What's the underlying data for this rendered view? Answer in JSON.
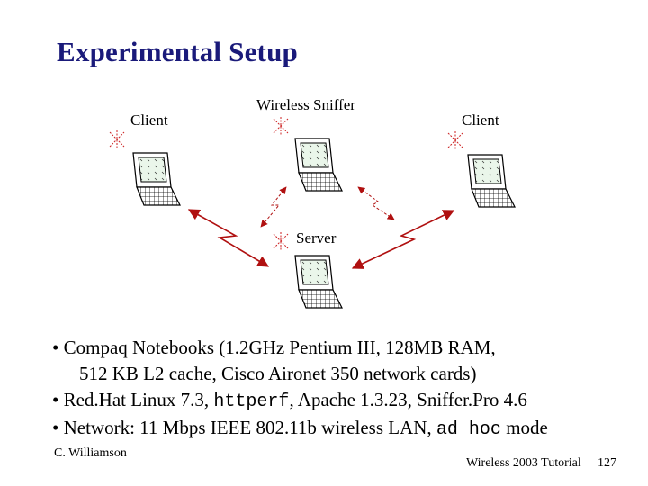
{
  "slide": {
    "title": "Experimental Setup",
    "diagram": {
      "nodes": {
        "client_left": "Client",
        "sniffer": "Wireless Sniffer",
        "client_right": "Client",
        "server": "Server"
      }
    },
    "bullets": [
      {
        "marker": "•",
        "text": "Compaq Notebooks (1.2GHz Pentium III, 128MB RAM,"
      },
      {
        "marker": "",
        "text": "512 KB L2 cache, Cisco Aironet 350 network cards)"
      },
      {
        "marker": "•",
        "text_before": "Red.Hat Linux 7.3, ",
        "code": "httperf",
        "text_after": ", Apache 1.3.23, Sniffer.Pro 4.6"
      },
      {
        "marker": "•",
        "text_before": "Network: 11 Mbps IEEE 802.11b wireless LAN, ",
        "code": "ad hoc",
        "text_after": " mode"
      }
    ],
    "footer": {
      "author": "C. Williamson",
      "course": "Wireless 2003 Tutorial",
      "page": "127"
    },
    "colors": {
      "title": "#1a1a7a",
      "wireless_link": "#b01010",
      "sniff_link": "#b01010",
      "antenna": "#cc2222",
      "screen": "#eaf6ea"
    }
  }
}
